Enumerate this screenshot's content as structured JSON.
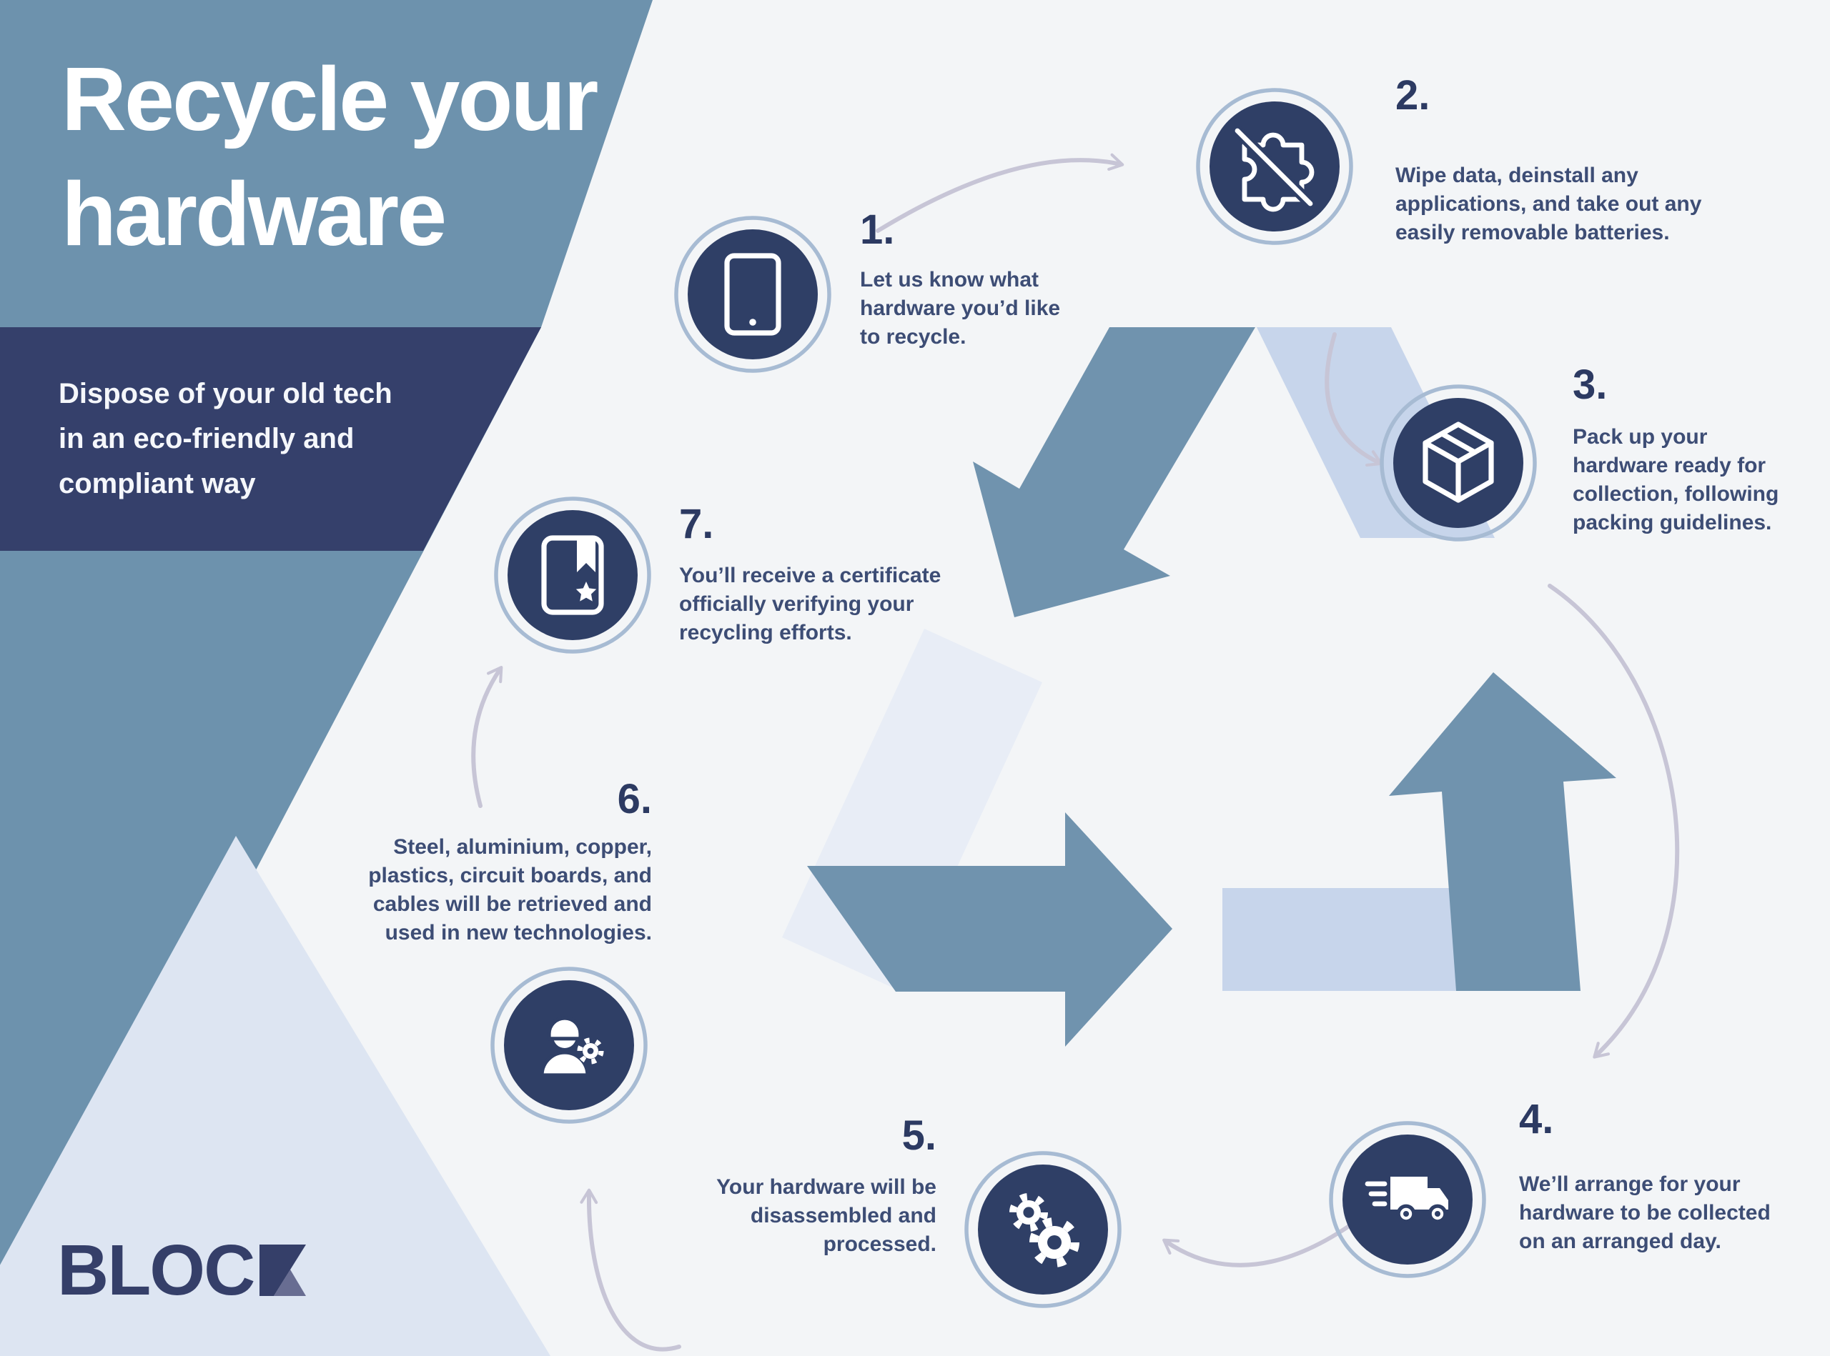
{
  "poster": {
    "title": "Recycle your\nhardware",
    "subtitle": "Dispose of your old tech\nin an eco-friendly and\ncompliant way"
  },
  "steps": [
    {
      "number": "1.",
      "icon": "tablet-icon",
      "text": "Let us know what\nhardware you’d like\nto recycle."
    },
    {
      "number": "2.",
      "icon": "wipe-data-puzzle-icon",
      "text": "Wipe data, deinstall any\napplications, and take out any\neasily removable batteries."
    },
    {
      "number": "3.",
      "icon": "package-box-icon",
      "text": "Pack up your\nhardware ready for\ncollection, following\npacking guidelines."
    },
    {
      "number": "4.",
      "icon": "delivery-truck-icon",
      "text": "We’ll arrange for your\nhardware to be collected\non an arranged day."
    },
    {
      "number": "5.",
      "icon": "gears-icon",
      "text": "Your hardware will be\ndisassembled and\nprocessed."
    },
    {
      "number": "6.",
      "icon": "worker-icon",
      "text": "Steel, aluminium, copper,\nplastics, circuit boards, and\ncables will be retrieved and\nused in new technologies."
    },
    {
      "number": "7.",
      "icon": "certificate-icon",
      "text": "You’ll receive a certificate\nofficially verifying your\nrecycling efforts."
    }
  ],
  "logo": {
    "text": "BLOC",
    "mark": "k-arrow-glyph"
  },
  "colors": {
    "background": "#f3f5f7",
    "band_blue": "#6d92ad",
    "panel_navy": "#35406b",
    "icon_navy": "#2f3f66",
    "icon_ring": "#a7bbd3",
    "arrow_medium": "#7093ae",
    "arrow_light": "#c7d5eb",
    "arrow_lighter": "#e8edf6",
    "light_triangle": "#dde5f2",
    "step_text": "#3d4d75",
    "step_number": "#2c3a62",
    "connector": "#c7c5d6",
    "logo_navy": "#353f69",
    "logo_accent": "#686d92"
  }
}
